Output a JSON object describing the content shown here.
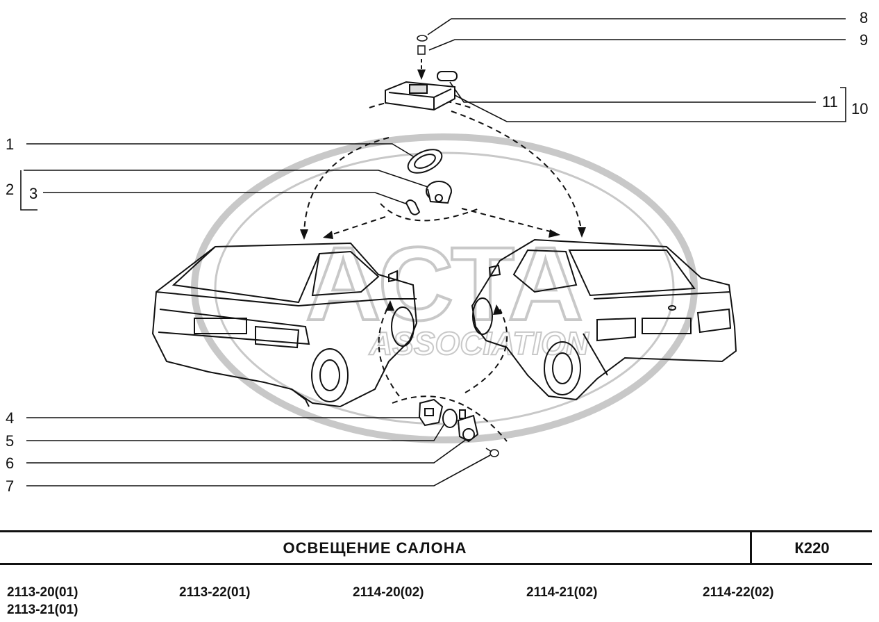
{
  "callouts": [
    "1",
    "2",
    "3",
    "4",
    "5",
    "6",
    "7",
    "8",
    "9",
    "10",
    "11"
  ],
  "watermark": {
    "logo_text": "АСТА",
    "subtext": "ASSOCIATION"
  },
  "footer": {
    "title": "ОСВЕЩЕНИЕ  САЛОНА",
    "code": "К220",
    "models": [
      "2113-20(01)",
      "2113-21(01)",
      "2113-22(01)",
      "2114-20(02)",
      "2114-21(02)",
      "2114-22(02)"
    ]
  },
  "colors": {
    "ink": "#111111",
    "watermark": "#c8c8c8",
    "background": "#ffffff"
  }
}
